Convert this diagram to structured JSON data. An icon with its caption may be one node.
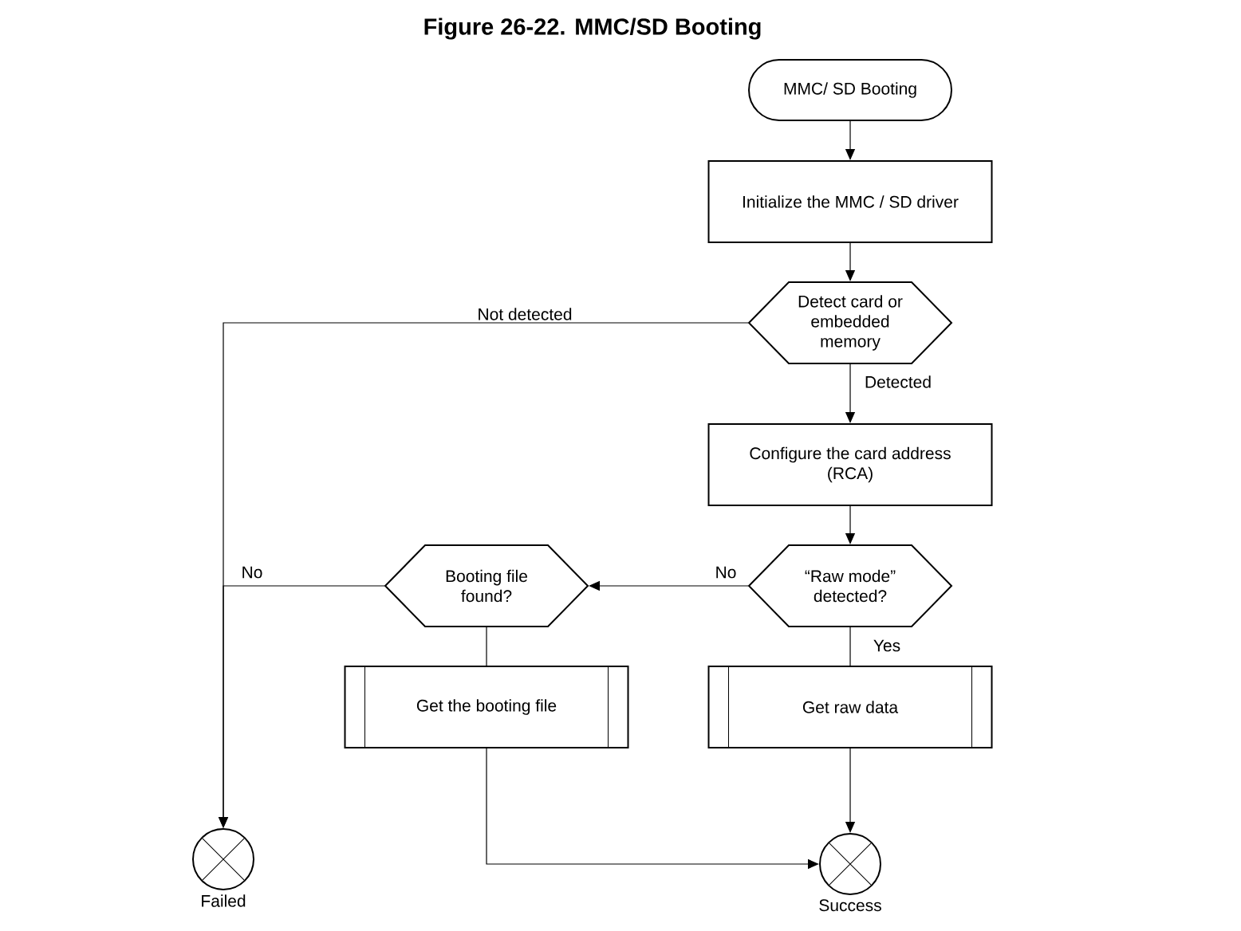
{
  "diagram": {
    "title": "Figure 26-22. MMC/SD Booting",
    "nodes": [
      {
        "text": [
          "MMC/ SD Booting"
        ]
      },
      {
        "text": [
          "Initialize the MMC / SD driver"
        ]
      },
      {
        "text": [
          "Detect card or embedded memory"
        ]
      },
      {
        "text": [
          "Configure the card address (RCA)"
        ]
      },
      {
        "text": [
          "“Raw mode” detected?"
        ]
      },
      {
        "text": [
          "Booting file found?"
        ]
      },
      {
        "text": [
          "Get the booting file"
        ]
      },
      {
        "text": [
          "Get raw data"
        ]
      },
      {
        "text": [],
        "shape": "circle",
        "beside": [
          "Failed"
        ]
      },
      {
        "text": [],
        "shape": "circle",
        "beside": [
          "Success"
        ]
      }
    ],
    "edges": [
      {
        "from": 0,
        "to": 1,
        "arrow": "to"
      },
      {
        "from": 1,
        "to": 2,
        "arrow": "to"
      },
      {
        "from": 2,
        "to": 8,
        "arrow": "to",
        "label": "Not detected"
      },
      {
        "from": 2,
        "to": 3,
        "arrow": "to",
        "label": "Detected"
      },
      {
        "from": 3,
        "to": 4,
        "arrow": "to"
      },
      {
        "from": 4,
        "to": 5,
        "arrow": "to",
        "label": "No"
      },
      {
        "from": 5,
        "to": 8,
        "arrow": "to",
        "label": "No"
      },
      {
        "from": 4,
        "to": 7,
        "arrow": "none",
        "label": "Yes"
      },
      {
        "from": 5,
        "to": 6,
        "arrow": "none"
      },
      {
        "from": 6,
        "to": 9,
        "arrow": "to"
      },
      {
        "from": 7,
        "to": 9,
        "arrow": "to"
      }
    ]
  }
}
